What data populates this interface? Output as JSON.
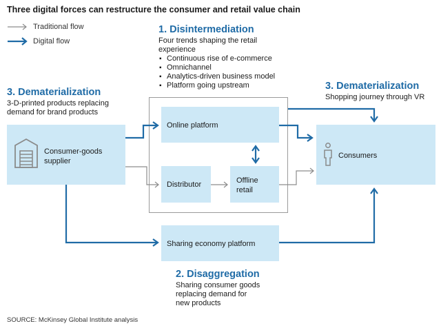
{
  "title": "Three digital forces can restructure the consumer and retail value chain",
  "legend": {
    "traditional": "Traditional flow",
    "digital": "Digital flow"
  },
  "disintermediation": {
    "heading": "1. Disintermediation",
    "intro": "Four trends shaping the retail experience",
    "bullets": [
      "Continuous rise of e-commerce",
      "Omnichannel",
      "Analytics-driven business model",
      "Platform going upstream"
    ]
  },
  "dematerialization_left": {
    "heading": "3. Dematerialization",
    "text_line1": "3-D-printed products replacing",
    "text_line2": "demand for brand products"
  },
  "dematerialization_right": {
    "heading": "3. Dematerialization",
    "text": "Shopping journey through VR"
  },
  "disaggregation": {
    "heading": "2. Disaggregation",
    "text_line1": "Sharing consumer goods",
    "text_line2": "replacing demand for",
    "text_line3": "new products"
  },
  "boxes": {
    "supplier_line1": "Consumer-goods",
    "supplier_line2": "supplier",
    "online": "Online platform",
    "distributor": "Distributor",
    "offline_line1": "Offline",
    "offline_line2": "retail",
    "consumers": "Consumers",
    "sharing": "Sharing economy platform"
  },
  "source": "SOURCE: McKinsey Global Institute analysis",
  "colors": {
    "digital": "#1f6ba6",
    "traditional": "#8c8c8c",
    "box_fill": "#cde8f6",
    "icon": "#8a8a8a"
  }
}
